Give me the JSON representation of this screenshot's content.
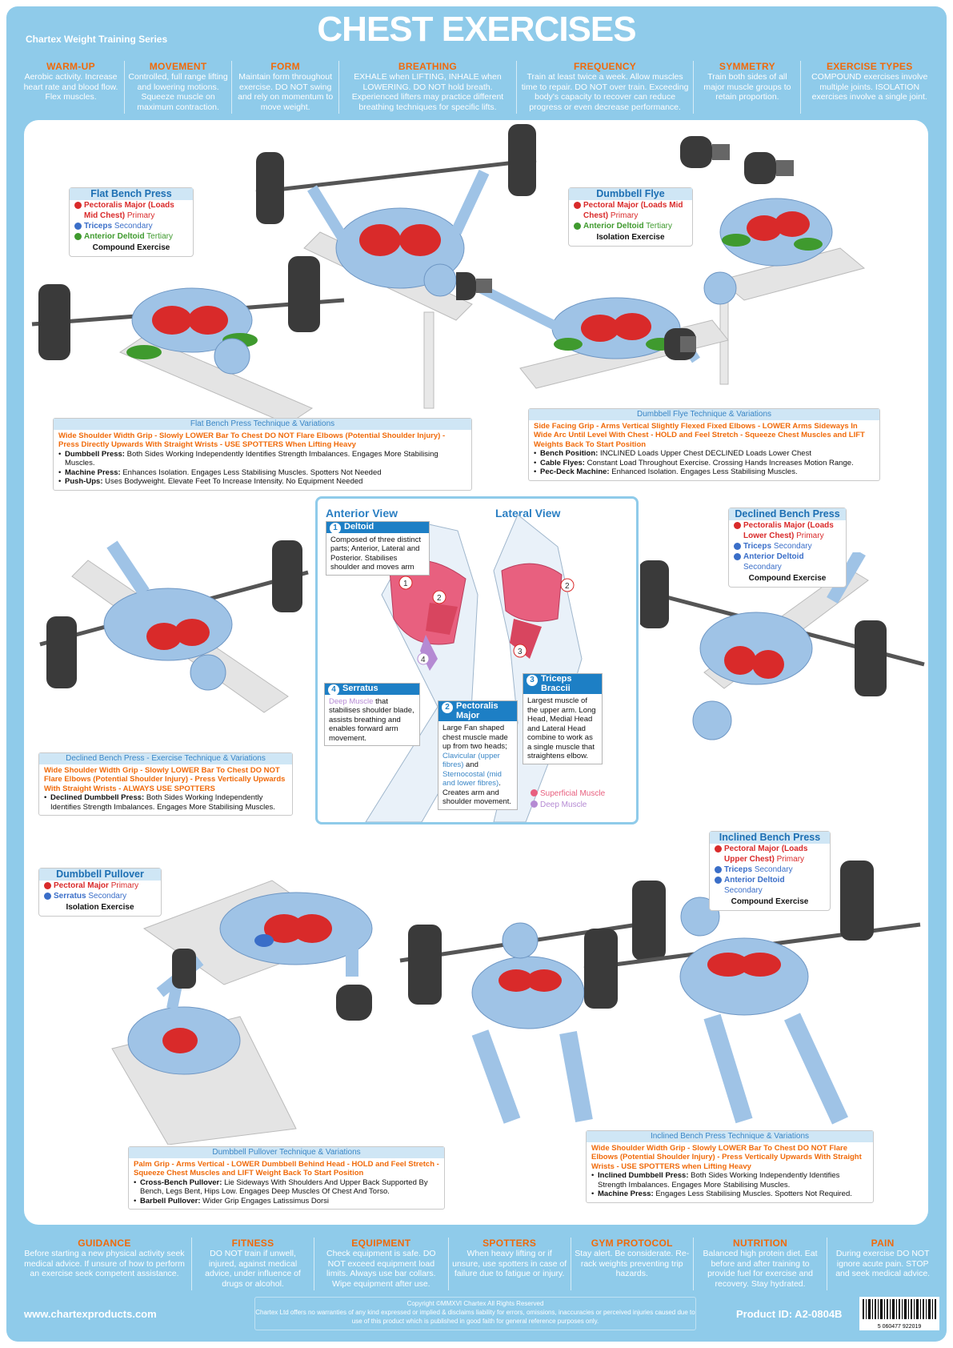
{
  "header": {
    "series": "Chartex Weight Training Series",
    "title": "CHEST EXERCISES"
  },
  "top_tips": [
    {
      "heading": "WARM-UP",
      "body": "Aerobic activity. Increase heart rate and blood flow. Flex muscles."
    },
    {
      "heading": "MOVEMENT",
      "body": "Controlled, full range lifting and lowering motions. Squeeze muscle on maximum contraction."
    },
    {
      "heading": "FORM",
      "body": "Maintain form throughout exercise. DO NOT swing and rely on momentum to move weight."
    },
    {
      "heading": "BREATHING",
      "body": "EXHALE when LIFTING, INHALE when LOWERING. DO NOT hold breath. Experienced lifters may practice different breathing techniques for specific lifts."
    },
    {
      "heading": "FREQUENCY",
      "body": "Train at least twice a week. Allow muscles time to repair. DO NOT over train. Exceeding body's capacity to recover can reduce progress or even decrease performance."
    },
    {
      "heading": "SYMMETRY",
      "body": "Train both sides of all major muscle groups to retain proportion."
    },
    {
      "heading": "EXERCISE TYPES",
      "body": "COMPOUND exercises involve multiple joints. ISOLATION exercises involve a single joint."
    }
  ],
  "exercises": {
    "flat_bench": {
      "title": "Flat Bench Press",
      "muscles": [
        {
          "name": "Pectoralis Major (Loads Mid Chest)",
          "role": "Primary",
          "color": "red"
        },
        {
          "name": "Triceps",
          "role": "Secondary",
          "color": "blue"
        },
        {
          "name": "Anterior Deltoid",
          "role": "Tertiary",
          "color": "green"
        }
      ],
      "type": "Compound Exercise",
      "technique_title": "Flat Bench Press Technique & Variations",
      "technique_lead": "Wide Shoulder Width Grip - Slowly LOWER Bar To Chest DO NOT Flare Elbows (Potential Shoulder Injury) - Press Directly Upwards With Straight Wrists - USE SPOTTERS When Lifting Heavy",
      "variations": [
        {
          "name": "Dumbbell Press:",
          "text": "Both Sides Working Independently Identifies Strength Imbalances. Engages More Stabilising Muscles."
        },
        {
          "name": "Machine Press:",
          "text": "Enhances Isolation. Engages Less Stabilising Muscles. Spotters Not Needed"
        },
        {
          "name": "Push-Ups:",
          "text": "Uses Bodyweight. Elevate Feet To Increase Intensity. No Equipment Needed"
        }
      ]
    },
    "dumbbell_flye": {
      "title": "Dumbbell Flye",
      "muscles": [
        {
          "name": "Pectoral Major (Loads Mid Chest)",
          "role": "Primary",
          "color": "red"
        },
        {
          "name": "Anterior Deltoid",
          "role": "Tertiary",
          "color": "green"
        }
      ],
      "type": "Isolation Exercise",
      "technique_title": "Dumbbell Flye Technique & Variations",
      "technique_lead": "Side Facing Grip - Arms Vertical Slightly Flexed Fixed Elbows - LOWER Arms Sideways In Wide Arc Until Level With Chest - HOLD and Feel Stretch - Squeeze Chest Muscles and LIFT Weights Back To Start Position",
      "variations": [
        {
          "name": "Bench Position:",
          "text": "INCLINED Loads Upper Chest DECLINED Loads Lower Chest"
        },
        {
          "name": "Cable Flyes:",
          "text": "Constant Load Throughout Exercise. Crossing Hands Increases Motion Range."
        },
        {
          "name": "Pec-Deck Machine:",
          "text": "Enhanced Isolation. Engages Less Stabilising Muscles."
        }
      ]
    },
    "declined_bench": {
      "title": "Declined Bench Press",
      "muscles": [
        {
          "name": "Pectoralis Major (Loads Lower Chest)",
          "role": "Primary",
          "color": "red"
        },
        {
          "name": "Triceps",
          "role": "Secondary",
          "color": "blue"
        },
        {
          "name": "Anterior Deltoid",
          "role": "Secondary",
          "color": "blue"
        }
      ],
      "type": "Compound Exercise",
      "technique_title": "Declined Bench Press - Exercise Technique & Variations",
      "technique_lead": "Wide Shoulder Width Grip - Slowly LOWER Bar To Chest DO NOT Flare Elbows (Potential Shoulder Injury) - Press Vertically Upwards With Straight Wrists - ALWAYS USE SPOTTERS",
      "variations": [
        {
          "name": "Declined Dumbbell Press:",
          "text": "Both Sides Working Independently Identifies Strength Imbalances. Engages More Stabilising Muscles."
        }
      ]
    },
    "dumbbell_pullover": {
      "title": "Dumbbell Pullover",
      "muscles": [
        {
          "name": "Pectoral Major",
          "role": "Primary",
          "color": "red"
        },
        {
          "name": "Serratus",
          "role": "Secondary",
          "color": "blue"
        }
      ],
      "type": "Isolation Exercise",
      "technique_title": "Dumbbell Pullover Technique & Variations",
      "technique_lead": "Palm Grip - Arms Vertical - LOWER Dumbbell Behind Head - HOLD and Feel Stretch - Squeeze Chest Muscles and LIFT Weight Back To Start Position",
      "variations": [
        {
          "name": "Cross-Bench Pullover:",
          "text": "Lie Sideways With Shoulders And Upper Back Supported By Bench, Legs Bent, Hips Low. Engages Deep Muscles Of Chest And Torso."
        },
        {
          "name": "Barbell Pullover:",
          "text": "Wider Grip Engages Latissimus Dorsi"
        }
      ]
    },
    "inclined_bench": {
      "title": "Inclined Bench Press",
      "muscles": [
        {
          "name": "Pectoral Major (Loads Upper Chest)",
          "role": "Primary",
          "color": "red"
        },
        {
          "name": "Triceps",
          "role": "Secondary",
          "color": "blue"
        },
        {
          "name": "Anterior Deltoid",
          "role": "Secondary",
          "color": "blue"
        }
      ],
      "type": "Compound Exercise",
      "technique_title": "Inclined Bench Press Technique & Variations",
      "technique_lead": "Wide Shoulder Width Grip - Slowly LOWER Bar To Chest DO NOT Flare Elbows (Potential Shoulder Injury) - Press Vertically Upwards With Straight Wrists - USE SPOTTERS when Lifting Heavy",
      "variations": [
        {
          "name": "Inclined Dumbbell Press:",
          "text": "Both Sides Working Independently Identifies Strength Imbalances. Engages More Stabilising Muscles."
        },
        {
          "name": "Machine Press:",
          "text": "Engages Less Stabilising Muscles. Spotters Not Required."
        }
      ]
    }
  },
  "anatomy": {
    "anterior_label": "Anterior View",
    "lateral_label": "Lateral View",
    "deltoid": {
      "num": "1",
      "title": "Deltoid",
      "body": "Composed of three distinct parts; Anterior, Lateral and Posterior. Stabilises shoulder and moves arm"
    },
    "pectoralis": {
      "num": "2",
      "title": "Pectoralis Major",
      "body_a": "Large Fan shaped chest muscle made up from two heads;",
      "clav": "Clavicular (upper fibres)",
      "mid": "and",
      "stern": "Sternocostal (mid and lower fibres)",
      "end": ". Creates arm and shoulder movement."
    },
    "triceps": {
      "num": "3",
      "title": "Triceps Braccii",
      "body": "Largest muscle of the upper arm. Long Head, Medial Head and Lateral Head combine to work as a single muscle that straightens elbow."
    },
    "serratus": {
      "num": "4",
      "title": "Serratus",
      "deep": "Deep Muscle",
      "body": "that stabilises shoulder blade, assists breathing and enables forward arm movement."
    },
    "legend": {
      "superficial": "Superficial Muscle",
      "deep": "Deep Muscle",
      "superficial_color": "#e8607f",
      "deep_color": "#b58ad3"
    }
  },
  "bottom_tips": [
    {
      "heading": "GUIDANCE",
      "body": "Before starting a new physical activity seek medical advice. If unsure of how to perform an exercise seek competent assistance."
    },
    {
      "heading": "FITNESS",
      "body": "DO NOT train if unwell, injured, against medical advice, under influence of drugs or alcohol."
    },
    {
      "heading": "EQUIPMENT",
      "body": "Check equipment is safe. DO NOT exceed equipment load limits. Always use bar collars. Wipe equipment after use."
    },
    {
      "heading": "SPOTTERS",
      "body": "When heavy lifting or if unsure, use spotters in case of failure due to fatigue or injury."
    },
    {
      "heading": "GYM PROTOCOL",
      "body": "Stay alert. Be considerate. Re-rack weights preventing trip hazards."
    },
    {
      "heading": "NUTRITION",
      "body": "Balanced high protein diet. Eat before and after training to provide fuel for exercise and recovery. Stay hydrated."
    },
    {
      "heading": "PAIN",
      "body": "During exercise DO NOT ignore acute pain. STOP and seek medical advice."
    }
  ],
  "footer": {
    "website": "www.chartexproducts.com",
    "copyright_1": "Copyright ©MMXVI Chartex All Rights Reserved",
    "copyright_2": "Chartex Ltd offers no warranties of any kind expressed or implied & disclaims liability for errors, omissions, inaccuracies or perceived injuries caused due to use of this product which is published in good faith for general reference purposes only.",
    "product_id": "Product ID: A2-0804B",
    "barcode_num": "5 060477 922019"
  },
  "colors": {
    "accent_blue": "#8fcbea",
    "orange": "#f06a0a",
    "muscle_red": "#d92a2a",
    "skin_blue": "#9fc3e6"
  }
}
